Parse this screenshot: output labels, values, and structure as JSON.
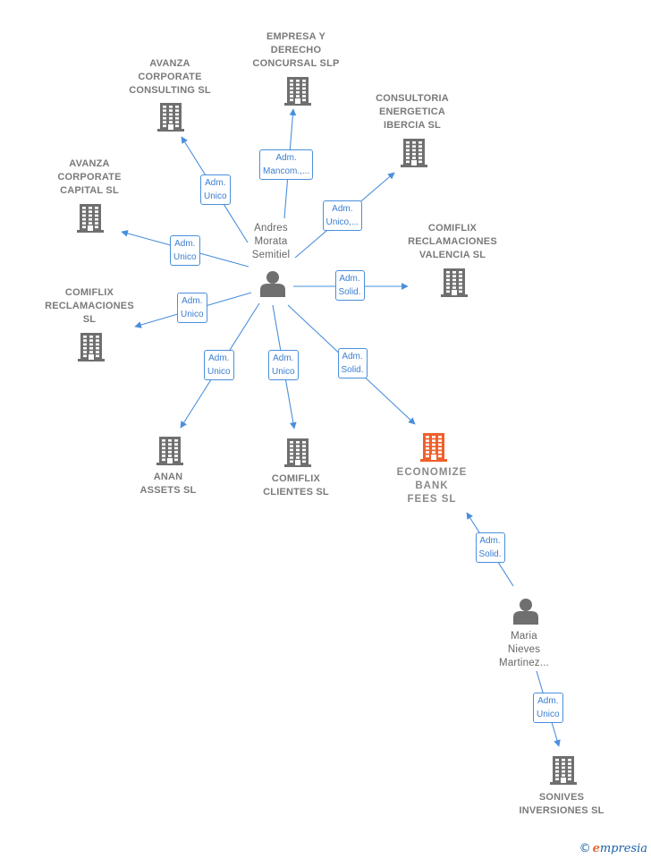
{
  "colors": {
    "company": "#6f6f6f",
    "focus": "#f0602c",
    "person": "#6f6f6f",
    "edge": "#4a8fdc"
  },
  "nodes": [
    {
      "id": "empresa",
      "kind": "company",
      "label": [
        "EMPRESA Y",
        "DERECHO",
        "CONCURSAL SLP"
      ]
    },
    {
      "id": "avanza_consulting",
      "kind": "company",
      "label": [
        "AVANZA",
        "CORPORATE",
        "CONSULTING SL"
      ]
    },
    {
      "id": "consultoria",
      "kind": "company",
      "label": [
        "CONSULTORIA",
        "ENERGETICA",
        "IBERCIA SL"
      ]
    },
    {
      "id": "avanza_capital",
      "kind": "company",
      "label": [
        "AVANZA",
        "CORPORATE",
        "CAPITAL SL"
      ]
    },
    {
      "id": "comiflix_valencia",
      "kind": "company",
      "label": [
        "COMIFLIX",
        "RECLAMACIONES",
        "VALENCIA SL"
      ]
    },
    {
      "id": "comiflix_reclamaciones",
      "kind": "company",
      "label": [
        "COMIFLIX",
        "RECLAMACIONES",
        "SL"
      ]
    },
    {
      "id": "anan",
      "kind": "company",
      "label": [
        "ANAN",
        "ASSETS SL"
      ]
    },
    {
      "id": "comiflix_clientes",
      "kind": "company",
      "label": [
        "COMIFLIX",
        "CLIENTES SL"
      ]
    },
    {
      "id": "economize",
      "kind": "focus",
      "label": [
        "ECONOMIZE",
        "BANK",
        "FEES SL"
      ]
    },
    {
      "id": "sonives",
      "kind": "company",
      "label": [
        "SONIVES",
        "INVERSIONES SL"
      ]
    },
    {
      "id": "andres",
      "kind": "person",
      "label": [
        "Andres",
        "Morata",
        "Semitiel"
      ]
    },
    {
      "id": "maria",
      "kind": "person",
      "label": [
        "Maria",
        "Nieves",
        "Martinez..."
      ]
    }
  ],
  "edges": [
    {
      "from": "andres",
      "to": "empresa",
      "label": [
        "Adm.",
        "Mancom.,..."
      ]
    },
    {
      "from": "andres",
      "to": "avanza_consulting",
      "label": [
        "Adm.",
        "Unico"
      ]
    },
    {
      "from": "andres",
      "to": "consultoria",
      "label": [
        "Adm.",
        "Unico,..."
      ]
    },
    {
      "from": "andres",
      "to": "avanza_capital",
      "label": [
        "Adm.",
        "Unico"
      ]
    },
    {
      "from": "andres",
      "to": "comiflix_valencia",
      "label": [
        "Adm.",
        "Solid."
      ]
    },
    {
      "from": "andres",
      "to": "comiflix_reclamaciones",
      "label": [
        "Adm.",
        "Unico"
      ]
    },
    {
      "from": "andres",
      "to": "anan",
      "label": [
        "Adm.",
        "Unico"
      ]
    },
    {
      "from": "andres",
      "to": "comiflix_clientes",
      "label": [
        "Adm.",
        "Unico"
      ]
    },
    {
      "from": "andres",
      "to": "economize",
      "label": [
        "Adm.",
        "Solid."
      ]
    },
    {
      "from": "maria",
      "to": "economize",
      "label": [
        "Adm.",
        "Solid."
      ]
    },
    {
      "from": "maria",
      "to": "sonives",
      "label": [
        "Adm.",
        "Unico"
      ]
    }
  ],
  "watermark": {
    "copyright": "©",
    "brand_initial": "e",
    "brand_rest": "mpresia"
  }
}
